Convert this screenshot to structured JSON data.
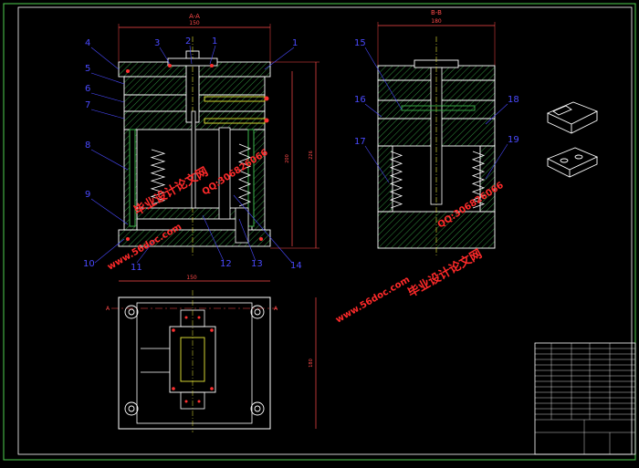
{
  "colors": {
    "background": "#000000",
    "outline": "#ffffff",
    "frame": "#4fd04f",
    "dimension": "#ff4a4a",
    "callout": "#4a4aff",
    "hatch": "#3cb44b",
    "plate": "#ffffff",
    "guide": "#e8e838",
    "center": "#e8e838",
    "bolt": "#ff3030",
    "watermark": "#ff2a2a"
  },
  "views": {
    "section_left": {
      "title": "A-A",
      "width_dim": "150",
      "height_dim_inner": "200",
      "height_dim_outer": "226"
    },
    "section_right": {
      "title": "B-B",
      "width_dim": "180"
    },
    "plan": {
      "width_dim": "150",
      "height_dim": "180",
      "section_mark_left": "A",
      "section_mark_right": "A"
    }
  },
  "callouts_left": [
    "4",
    "5",
    "6",
    "7",
    "8",
    "9",
    "10"
  ],
  "callouts_top": [
    "3",
    "2",
    "1",
    "1"
  ],
  "callouts_bottom": [
    "11",
    "12",
    "13",
    "14"
  ],
  "callouts_right_view_left": [
    "15",
    "16",
    "17"
  ],
  "callouts_right_view_right": [
    "18",
    "19"
  ],
  "watermarks": {
    "site": "www.56doc.com",
    "qq": "QQ:306826066",
    "brand": "毕业设计论文网"
  }
}
